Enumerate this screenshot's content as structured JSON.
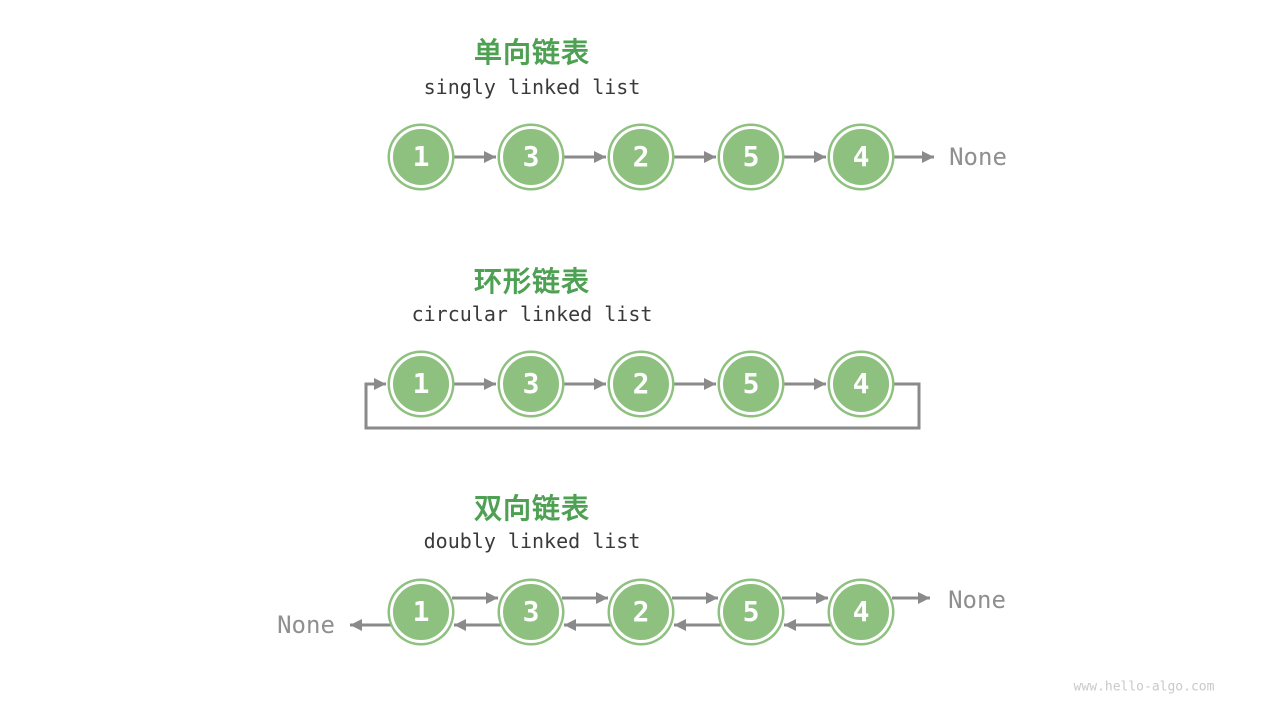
{
  "canvas": {
    "background": "#ffffff"
  },
  "colors": {
    "title_green": "#4ea052",
    "node_fill": "#8ec07f",
    "node_ring": "#8ec07f",
    "node_text": "#ffffff",
    "arrow_gray": "#8a8a8a",
    "subtitle_dark": "#3a3a3a",
    "none_gray": "#8f8f8f",
    "watermark_gray": "#c9c9c9"
  },
  "watermark": "www.hello-algo.com",
  "sections": [
    {
      "key": "singly",
      "title_zh": "单向链表",
      "title_en": "singly linked list",
      "nodes": [
        "1",
        "3",
        "2",
        "5",
        "4"
      ],
      "tail_label": "None"
    },
    {
      "key": "circular",
      "title_zh": "环形链表",
      "title_en": "circular linked list",
      "nodes": [
        "1",
        "3",
        "2",
        "5",
        "4"
      ]
    },
    {
      "key": "doubly",
      "title_zh": "双向链表",
      "title_en": "doubly linked list",
      "nodes": [
        "1",
        "3",
        "2",
        "5",
        "4"
      ],
      "head_label": "None",
      "tail_label": "None"
    }
  ]
}
